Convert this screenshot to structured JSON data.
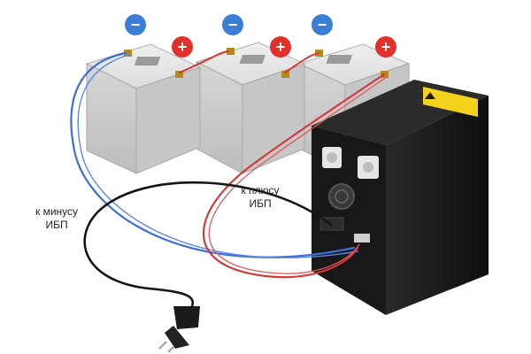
{
  "labels": {
    "minus_line1": "к минусу",
    "minus_line2": "ИБП",
    "plus_line1": "к плюсу",
    "plus_line2": "ИБП"
  },
  "terminal_symbols": {
    "negative": "−",
    "positive": "+"
  },
  "colors": {
    "negative_badge": "#3a7fd5",
    "positive_badge": "#e0312b",
    "wire_blue": "#3d6fd8",
    "wire_red": "#d23a3a",
    "battery_case": "#d9d9d9",
    "ups_body": "#1b1b1b",
    "warning_label": "#f3d21b"
  }
}
